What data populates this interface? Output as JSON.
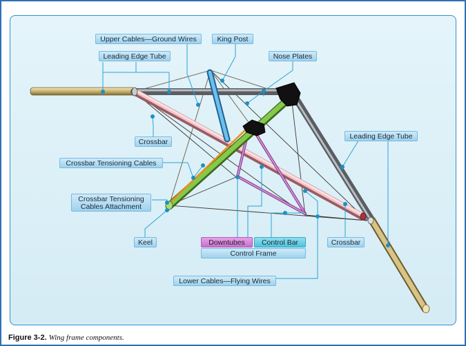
{
  "labels": {
    "upper_cables": "Upper Cables—Ground Wires",
    "king_post": "King Post",
    "leading_edge_tube_left": "Leading Edge Tube",
    "nose_plates": "Nose Plates",
    "crossbar_left": "Crossbar",
    "leading_edge_tube_right": "Leading Edge Tube",
    "crossbar_tensioning_cables": "Crossbar Tensioning Cables",
    "crossbar_tensioning_attachment_line1": "Crossbar Tensioning",
    "crossbar_tensioning_attachment_line2": "Cables Attachment",
    "keel": "Keel",
    "downtubes": "Downtubes",
    "control_bar": "Control Bar",
    "crossbar_right": "Crossbar",
    "control_frame": "Control Frame",
    "lower_cables": "Lower Cables—Flying Wires"
  },
  "caption": {
    "number": "Figure 3-2.",
    "text": "Wing frame components."
  },
  "colors": {
    "border": "#2f6fb3",
    "panel_bg": "#dff1f8",
    "leader_line": "#2aa3d4",
    "leading_edge_tube": "#c9b370",
    "frame_tube": "#8a8e94",
    "crossbar": "#e7a0a8",
    "keel": "#7fc243",
    "king_post": "#5ab4e6",
    "downtubes": "#c56fc9",
    "control_bar": "#4fc3da",
    "tension_cable": "#e8901c"
  }
}
